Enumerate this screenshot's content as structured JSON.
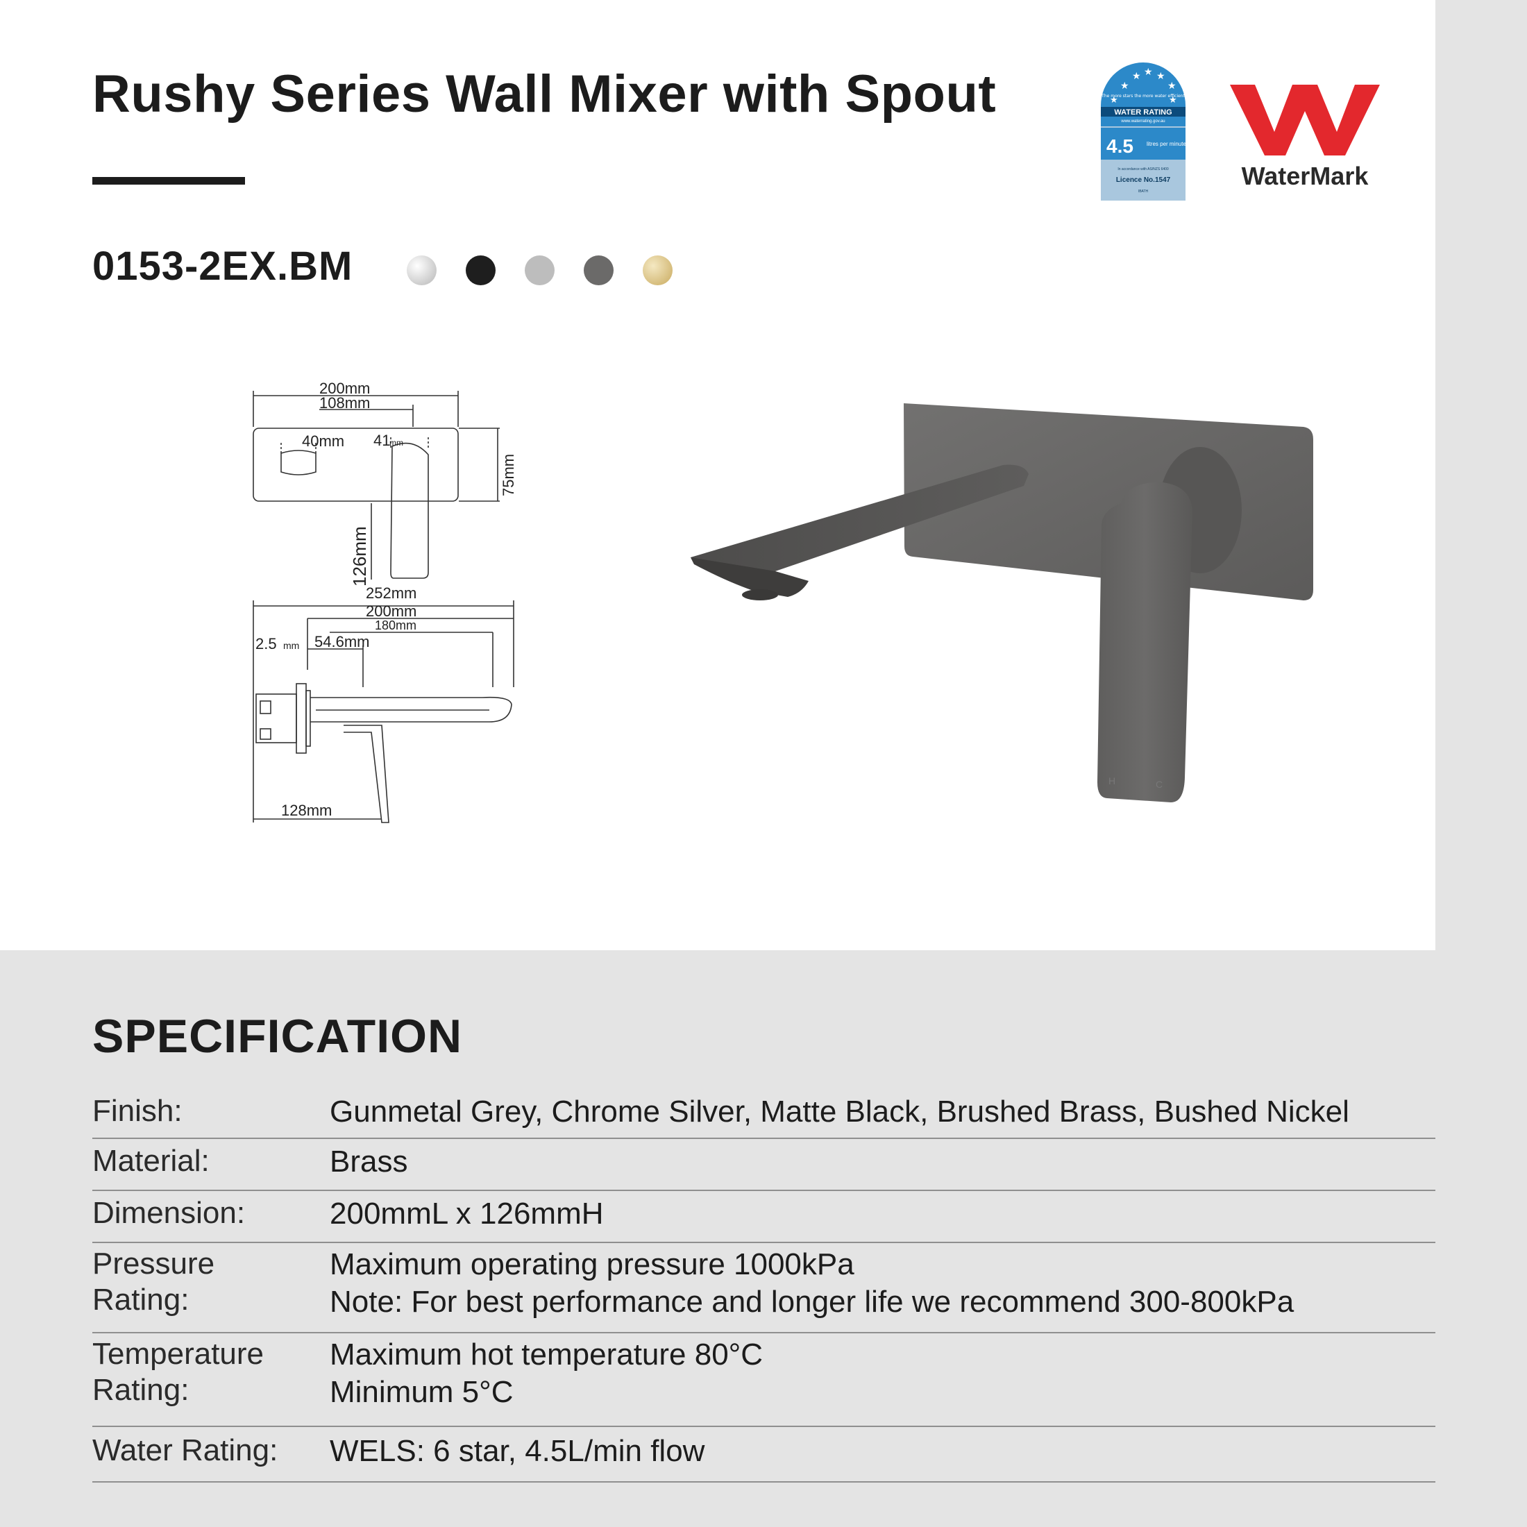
{
  "product": {
    "title": "Rushy Series Wall Mixer with Spout",
    "model_code": "0153-2EX.BM",
    "finish_swatches": [
      {
        "name": "chrome",
        "color": "#d8d8d8"
      },
      {
        "name": "black",
        "color": "#1e1e1e"
      },
      {
        "name": "silver",
        "color": "#bdbdbd"
      },
      {
        "name": "gunmetal",
        "color": "#6b6a69"
      },
      {
        "name": "brass",
        "color": "#dcc58a"
      }
    ]
  },
  "badges": {
    "wels": {
      "tagline": "The more stars the more water efficient",
      "heading": "WATER RATING",
      "url": "www.waterrating.gov.au",
      "rating": "4.5",
      "unit": "litres per minute",
      "standard": "In accordance with AS/NZS 6400",
      "licence": "Licence No.1547",
      "code": "IBATH"
    },
    "watermark": {
      "label": "WaterMark",
      "color": "#e3282d"
    }
  },
  "diagram": {
    "dims": {
      "top_width": "200mm",
      "top_offset": "108mm",
      "spout_width": "40mm",
      "handle_width": "41",
      "handle_width_unit": "mm",
      "plate_height": "75mm",
      "handle_height": "126mm",
      "total_depth": "252mm",
      "side_plate": "200mm",
      "spout_reach": "180mm",
      "plate_thickness": "2.5",
      "plate_thickness_unit": "mm",
      "body_depth": "54.6mm",
      "handle_depth": "128mm"
    }
  },
  "specification": {
    "heading": "SPECIFICATION",
    "rows": [
      {
        "label": "Finish:",
        "lines": [
          "Gunmetal Grey, Chrome Silver, Matte Black, Brushed Brass, Bushed Nickel"
        ]
      },
      {
        "label": "Material:",
        "lines": [
          "Brass"
        ]
      },
      {
        "label": "Dimension:",
        "lines": [
          "200mmL x 126mmH"
        ]
      },
      {
        "label": "Pressure Rating:",
        "lines": [
          "Maximum operating pressure 1000kPa",
          "Note: For best performance and longer life we recommend 300-800kPa"
        ]
      },
      {
        "label": "Temperature Rating:",
        "lines": [
          "Maximum hot temperature 80°C",
          "Minimum 5°C"
        ]
      },
      {
        "label": "Water Rating:",
        "lines": [
          "WELS: 6 star, 4.5L/min flow"
        ]
      }
    ]
  }
}
